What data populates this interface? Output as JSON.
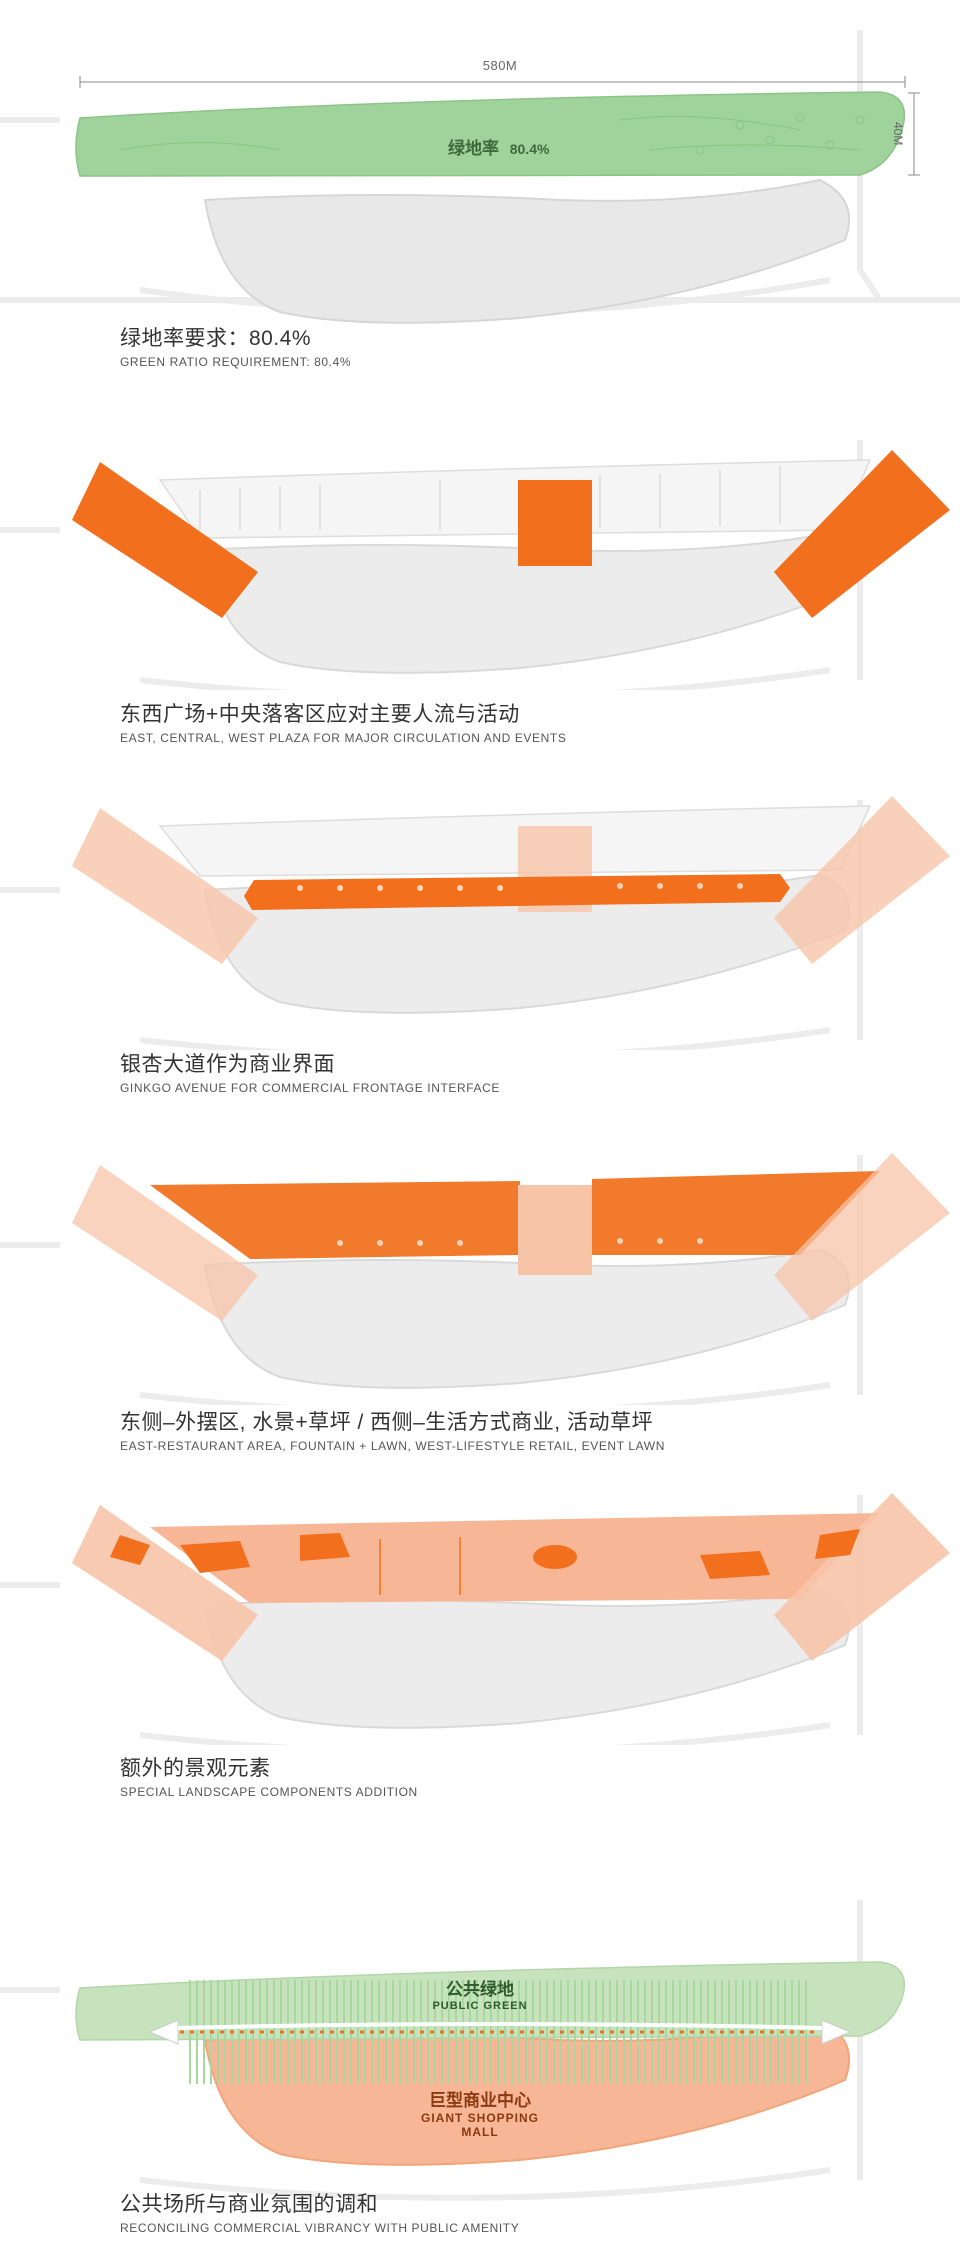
{
  "dimensions": {
    "width_label": "580M",
    "height_label": "40M"
  },
  "panel1": {
    "green_label_zh": "绿地率",
    "green_label_value": "80.4%",
    "caption_zh": "绿地率要求：80.4%",
    "caption_en": "GREEN RATIO REQUIREMENT: 80.4%"
  },
  "panel2": {
    "caption_zh": "东西广场+中央落客区应对主要人流与活动",
    "caption_en": "EAST, CENTRAL, WEST PLAZA FOR MAJOR CIRCULATION AND EVENTS"
  },
  "panel3": {
    "caption_zh": "银杏大道作为商业界面",
    "caption_en": "GINKGO AVENUE FOR COMMERCIAL FRONTAGE INTERFACE"
  },
  "panel4": {
    "caption_zh": "东侧–外摆区, 水景+草坪 / 西侧–生活方式商业, 活动草坪",
    "caption_en": "EAST-RESTAURANT AREA, FOUNTAIN + LAWN, WEST-LIFESTYLE RETAIL, EVENT LAWN"
  },
  "panel5": {
    "caption_zh": "额外的景观元素",
    "caption_en": "SPECIAL LANDSCAPE COMPONENTS ADDITION"
  },
  "panel6": {
    "green_label_zh": "公共绿地",
    "green_label_en": "PUBLIC GREEN",
    "mall_label_zh": "巨型商业中心",
    "mall_label_en": "GIANT SHOPPING MALL",
    "caption_zh": "公共场所与商业氛围的调和",
    "caption_en": "RECONCILING COMMERCIAL VIBRANCY WITH PUBLIC AMENITY"
  },
  "colors": {
    "green": "#8fcc8a",
    "orange": "#f0762a",
    "light_orange": "#f7b796",
    "grey_mall": "#e6e6e6"
  }
}
